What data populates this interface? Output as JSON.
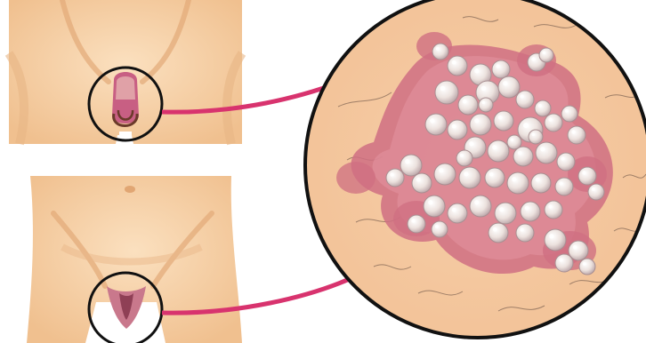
{
  "illustration": {
    "panels": [
      {
        "id": "male-torso",
        "magnified": true
      },
      {
        "id": "female-torso",
        "magnified": true
      }
    ],
    "zoom": {
      "subject": "skin-lesion-cluster"
    },
    "colors": {
      "skin": "#f6cfa4",
      "skin_shade": "#e9b27f",
      "skin_outline": "#d9a06c",
      "inflamed": "#cf6f82",
      "inflamed_light": "#e7a0aa",
      "blister": "#efe6e2",
      "blister_shadow": "#b59ea0",
      "arrow": "#d8336e",
      "circle_outline": "#111111",
      "hair": "#8a6d5a"
    }
  }
}
